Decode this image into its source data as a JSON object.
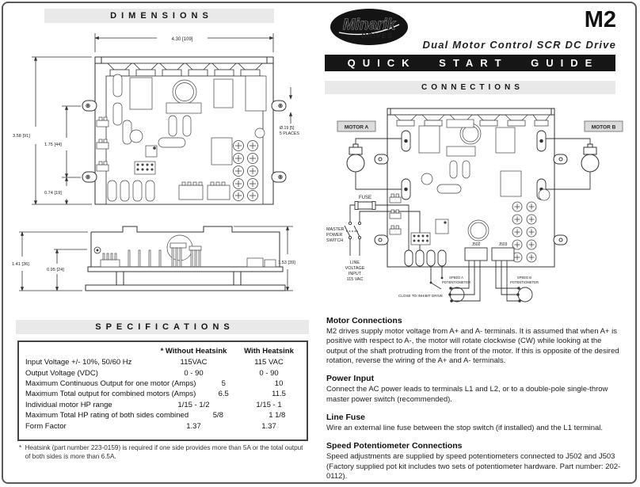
{
  "page": {
    "model": "M2",
    "subtitle": "Dual Motor Control SCR DC Drive",
    "banner": "QUICK START GUIDE"
  },
  "logo": {
    "brand": "Minarik",
    "sub": "DRIVES",
    "accent_red": "#c9252b",
    "bg_black": "#141414"
  },
  "dimensions": {
    "header": "DIMENSIONS",
    "top_view": {
      "width": "4.30 [109]",
      "height": "3.58 [91]",
      "mid_height": "1.75 [44]",
      "lower_height": "0.74 [19]",
      "hole": [
        "Ø.19 [5]",
        "5 PLACES"
      ]
    },
    "side_view": {
      "height_left": "1.41 [36]",
      "height_inner": "0.95 [24]",
      "height_right": "1.53 [39]"
    }
  },
  "specifications": {
    "header": "SPECIFICATIONS",
    "columns": {
      "c1": "* Without Heatsink",
      "c2": "With Heatsink"
    },
    "rows": [
      {
        "label": "Input Voltage +/- 10%, 50/60 Hz",
        "v1": "115VAC",
        "v2": "115 VAC"
      },
      {
        "label": "Output Voltage (VDC)",
        "v1": "0 - 90",
        "v2": "0 - 90"
      },
      {
        "label": "Maximum Continuous Output for one motor (Amps)",
        "v1": "5",
        "v2": "10"
      },
      {
        "label": "Maximum Total output for combined motors (Amps)",
        "v1": "6.5",
        "v2": "11.5"
      },
      {
        "label": "Individual motor HP range",
        "v1": "1/15 - 1/2",
        "v2": "1/15 - 1"
      },
      {
        "label": "Maximum Total HP rating of both sides combined",
        "v1": "5/8",
        "v2": "1 1/8"
      },
      {
        "label": "Form Factor",
        "v1": "1.37",
        "v2": "1.37"
      }
    ],
    "footnote_marker": "*",
    "footnote": "Heatsink (part number 223-0159) is required if one side provides more than 5A or the total output of both sides is more than 6.5A."
  },
  "connections": {
    "header": "CONNECTIONS",
    "motor_a": "MOTOR A",
    "motor_b": "MOTOR B",
    "fuse": "FUSE",
    "master_switch": [
      "MASTER",
      "POWER",
      "SWITCH"
    ],
    "line_voltage": [
      "LINE",
      "VOLTAGE",
      "INPUT",
      "115 VAC"
    ],
    "inhibit": "CLOSE TO INHIBIT DRIVE",
    "j502": "J502",
    "j503": "J503",
    "pot_a": [
      "SPEED A",
      "POTENTIOMETER"
    ],
    "pot_b": [
      "SPEED B",
      "POTENTIOMETER"
    ]
  },
  "sections": [
    {
      "heading": "Motor Connections",
      "body": "M2 drives supply motor voltage from A+ and A- terminals.  It is assumed that when A+ is positive with respect to A-, the motor will rotate clockwise (CW) while looking at the output of the shaft protruding from the front of the motor.  If this is opposite of the desired rotation, reverse the wiring of the A+ and A- terminals."
    },
    {
      "heading": "Power Input",
      "body": "Connect the AC power leads to terminals L1 and L2, or to a double-pole single-throw master power switch (recommended)."
    },
    {
      "heading": "Line Fuse",
      "body": "Wire an external line fuse between the stop switch (if installed) and the L1 terminal."
    },
    {
      "heading": "Speed Potentiometer Connections",
      "body": "Speed adjustments are supplied by speed potentiometers connected to J502 and J503 (Factory supplied pot kit includes two sets of potentiometer hardware. Part number: 202-0112)."
    }
  ]
}
